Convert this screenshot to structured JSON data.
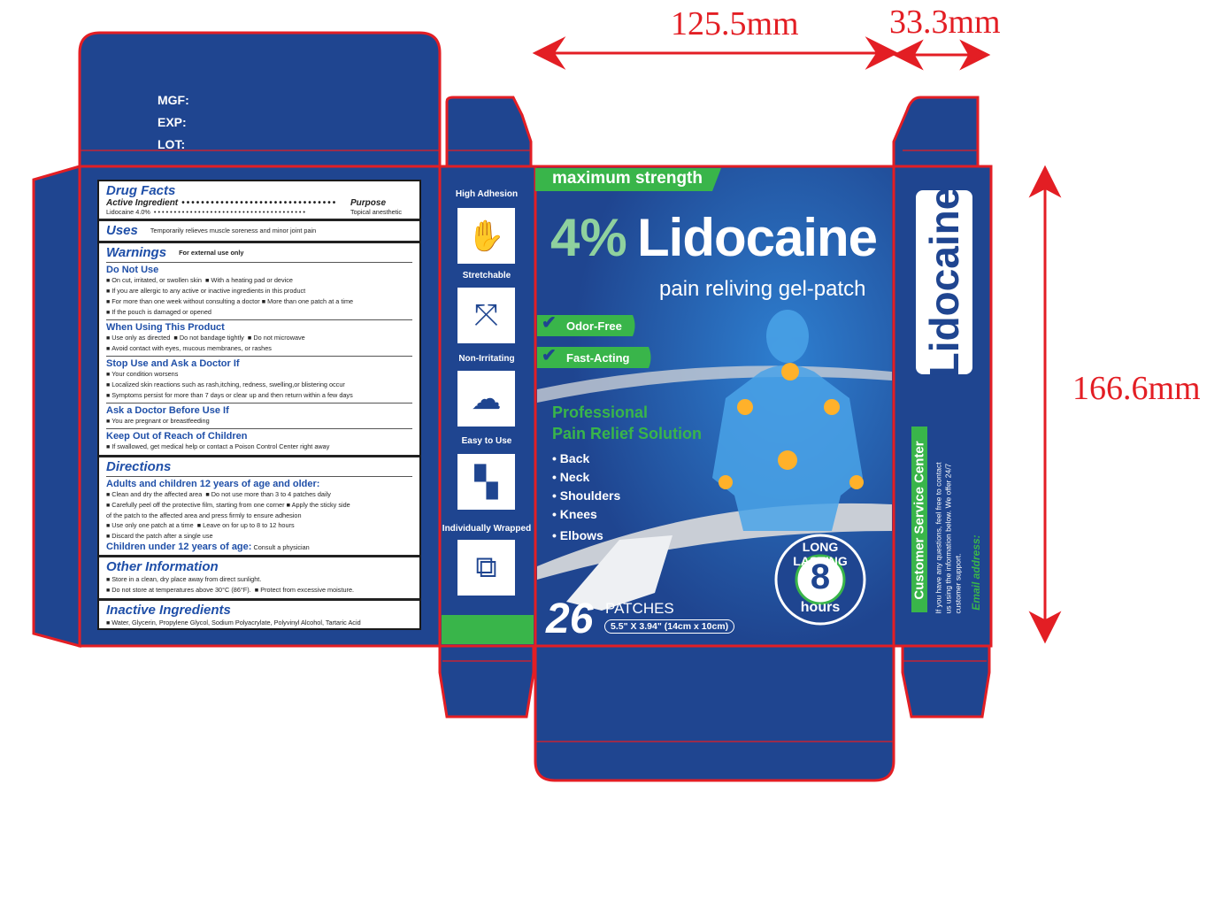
{
  "dimensions": {
    "width": "125.5mm",
    "depth": "33.3mm",
    "height": "166.6mm"
  },
  "colors": {
    "panel_blue": "#1f4590",
    "cut_line_red": "#e31e24",
    "accent_green": "#39b54a"
  },
  "top_flap": {
    "mfg": "MGF:",
    "exp": "EXP:",
    "lot": "LOT:"
  },
  "drug_facts": {
    "title": "Drug Facts",
    "active_ingredient_label": "Active Ingredient",
    "purpose_label": "Purpose",
    "ingredient": "Lidocaine 4.0%",
    "purpose": "Topical anesthetic",
    "uses_title": "Uses",
    "uses_text": "Temporarily relieves muscle soreness and minor joint pain",
    "warnings_title": "Warnings",
    "warnings_note": "For external use only",
    "do_not_use_title": "Do Not Use",
    "do_not_use": [
      "On cut, irritated, or swollen skin",
      "With a heating pad or device",
      "If you are allergic to any active or inactive ingredients in this product",
      "For more than one week without consulting a doctor",
      "More than one patch at a time",
      "If the pouch is damaged or opened"
    ],
    "when_using_title": "When Using This Product",
    "when_using": [
      "Use only as directed",
      "Do not bandage tightly",
      "Do not microwave",
      "Avoid contact with eyes, mucous membranes, or rashes"
    ],
    "stop_use_title": "Stop Use and Ask a Doctor If",
    "stop_use": [
      "Your condition worsens",
      "Localized skin reactions such as rash,itching, redness, swelling,or blistering occur",
      "Symptoms persist for more than 7 days or clear up and then return within a few days"
    ],
    "ask_doctor_title": "Ask a Doctor Before Use If",
    "ask_doctor": [
      "You are pregnant or breastfeeding"
    ],
    "keep_out_title": "Keep Out of Reach of Children",
    "keep_out": [
      "If swallowed, get medical help or contact a Poison Control Center right away"
    ],
    "directions_title": "Directions",
    "adults_title": "Adults and children 12 years of age and older:",
    "adults": [
      "Clean and dry the affected area",
      "Do not use more than 3 to 4 patches daily",
      "Carefully peel off the protective film, starting from one corner",
      "Apply the sticky side",
      "of the patch to the affected area and press firmly to ensure adhesion",
      "Use only one patch at a time",
      "Leave on for up to 8 to 12 hours",
      "Discard the patch after a single use"
    ],
    "children_title": "Children under 12 years of age:",
    "children_text": "Consult a physician",
    "other_title": "Other Information",
    "other": [
      "Store in a clean, dry place away from direct sunlight.",
      "Do not store at temperatures above 30°C (86°F).",
      "Protect from excessive moisture."
    ],
    "inactive_title": "Inactive Ingredients",
    "inactive": "Water, Glycerin, Propylene Glycol, Sodium Polyacrylate, Polyvinyl Alcohol, Tartaric Acid"
  },
  "side_panel": {
    "features": [
      {
        "label": "High Adhesion",
        "icon": "patch-peel-icon"
      },
      {
        "label": "Stretchable",
        "icon": "stretch-arrows-icon"
      },
      {
        "label": "Non-Irritating",
        "icon": "cloud-leaf-icon"
      },
      {
        "label": "Easy to Use",
        "icon": "patch-on-shoulder-icon"
      },
      {
        "label": "Individually Wrapped",
        "icon": "wrapped-box-icon"
      }
    ]
  },
  "front": {
    "banner": "maximum strength",
    "percent": "4%",
    "brand": "Lidocaine",
    "subtitle": "pain reliving gel-patch",
    "badges": [
      "Odor-Free",
      "Fast-Acting"
    ],
    "tagline1": "Professional",
    "tagline2": "Pain Relief Solution",
    "areas": [
      "Back",
      "Neck",
      "Shoulders",
      "Knees",
      "Elbows"
    ],
    "count": "26",
    "count_unit": "PATCHES",
    "size": "5.5\" X 3.94\" (14cm x 10cm)",
    "seal_top": "LONG LASTING",
    "seal_number": "8",
    "seal_bottom": "hours"
  },
  "right_panel": {
    "brand": "Lidocaine",
    "service_title": "Customer Service Center",
    "service_text": [
      "If you have any questions, feel free to contact",
      "us using the information below. We offer 24/7",
      "customer support."
    ],
    "email_label": "Email address:"
  }
}
